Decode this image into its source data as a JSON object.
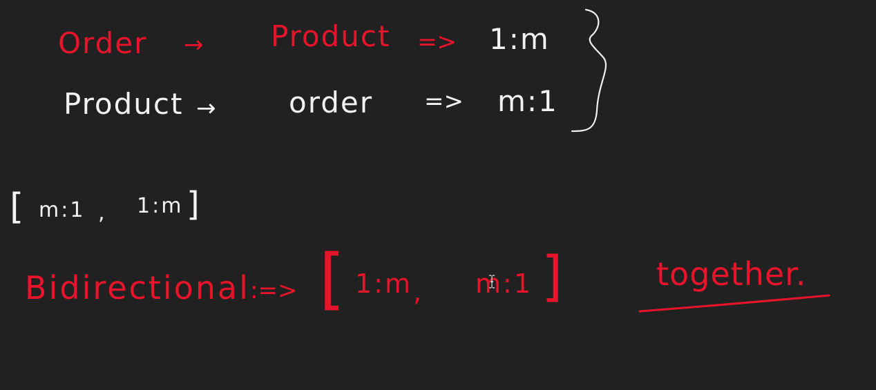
{
  "rows": {
    "row1": {
      "from": "Order",
      "arrow": "→",
      "to": "Product",
      "implies": "=>",
      "relation": "1:m"
    },
    "row2": {
      "from": "Product",
      "arrow": "→",
      "to": "order",
      "implies": "=>",
      "relation": "m:1"
    }
  },
  "pair": {
    "open": "[",
    "first": "m:1",
    "comma": ",",
    "second": "1:m",
    "close": "]"
  },
  "bidirectional": {
    "label": "Bidirectional",
    "implies": ":=>",
    "open": "[",
    "first": "1:m",
    "comma": ",",
    "second": "m:1",
    "close": "]",
    "note": "together."
  },
  "colors": {
    "background": "#212121",
    "red_ink": "#e8142b",
    "white_ink": "#f2f2f2"
  },
  "icons": {
    "brace": "right-curly-brace",
    "underline": "underline-stroke",
    "cursor": "i-beam-cursor"
  }
}
